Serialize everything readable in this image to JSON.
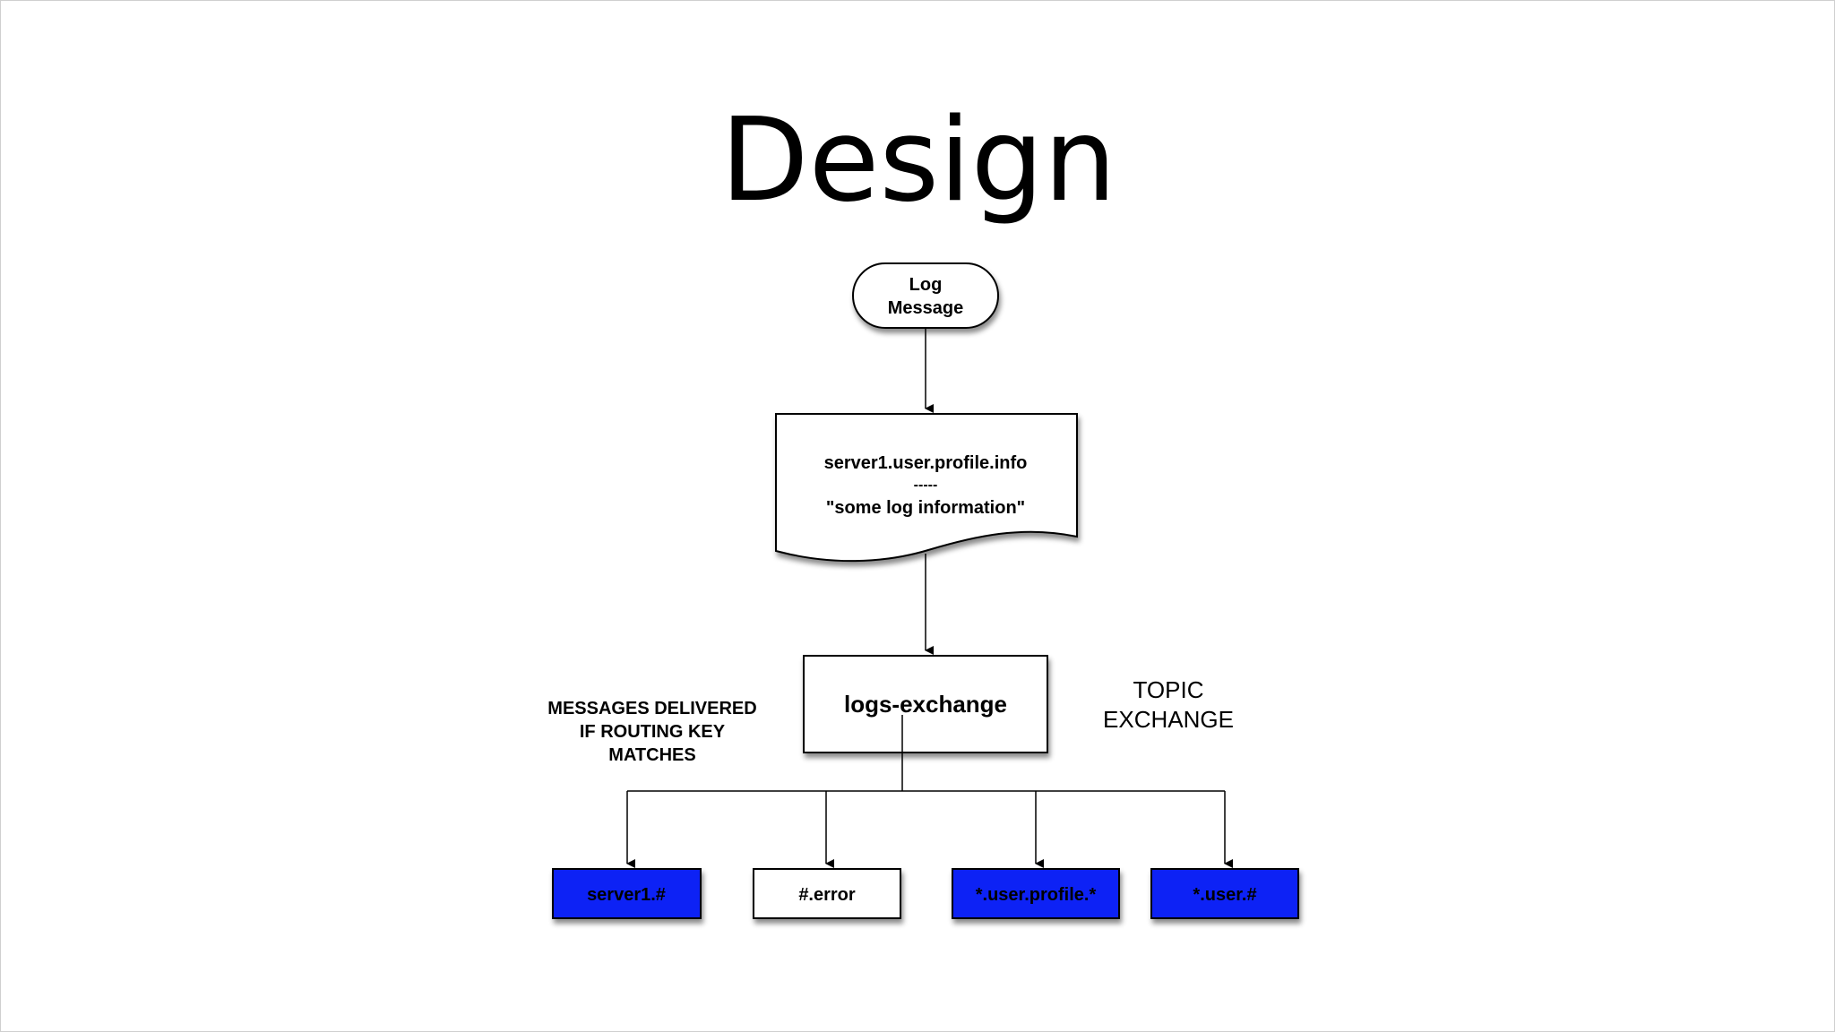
{
  "slide": {
    "title": "Design"
  },
  "diagram": {
    "source": {
      "line1": "Log",
      "line2": "Message"
    },
    "message": {
      "routing_key": "server1.user.profile.info",
      "separator": "-----",
      "body": "\"some log information\""
    },
    "exchange": {
      "name": "logs-exchange"
    },
    "exchange_type": {
      "line1": "TOPIC",
      "line2": "EXCHANGE"
    },
    "note": {
      "line1": "MESSAGES DELIVERED",
      "line2": "IF ROUTING KEY",
      "line3": "MATCHES"
    },
    "bindings": [
      {
        "label": "server1.#",
        "matched": true
      },
      {
        "label": "#.error",
        "matched": false
      },
      {
        "label": "*.user.profile.*",
        "matched": true
      },
      {
        "label": "*.user.#",
        "matched": true
      }
    ],
    "colors": {
      "matched_fill": "#0B24F5",
      "unmatched_fill": "#FFFFFF",
      "stroke": "#000000"
    }
  }
}
